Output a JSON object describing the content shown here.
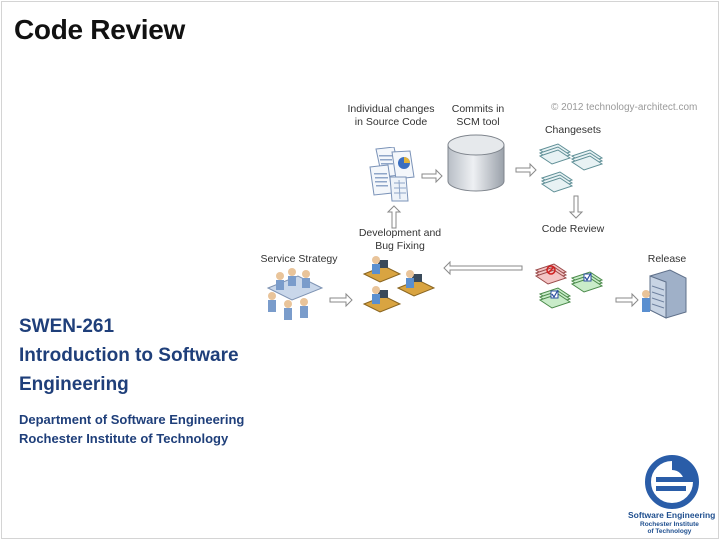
{
  "slide": {
    "title": "Code Review",
    "course_code": "SWEN-261",
    "course_name_line1": "Introduction to Software",
    "course_name_line2": "Engineering",
    "dept_line1": "Department of Software Engineering",
    "dept_line2": "Rochester Institute of Technology"
  },
  "diagram": {
    "copyright": "© 2012 technology-architect.com",
    "labels": {
      "individual_changes_1": "Individual changes",
      "individual_changes_2": "in Source Code",
      "commits_1": "Commits in",
      "commits_2": "SCM tool",
      "changesets": "Changesets",
      "code_review": "Code Review",
      "development_1": "Development and",
      "development_2": "Bug Fixing",
      "service_strategy": "Service Strategy",
      "release": "Release"
    }
  },
  "logo": {
    "line1": "Software Engineering",
    "line2a": "Rochester Institute",
    "line2b": "of Technology"
  },
  "colors": {
    "title": "#111111",
    "course_text": "#1f3f7a",
    "logo_blue": "#2a5da8"
  }
}
